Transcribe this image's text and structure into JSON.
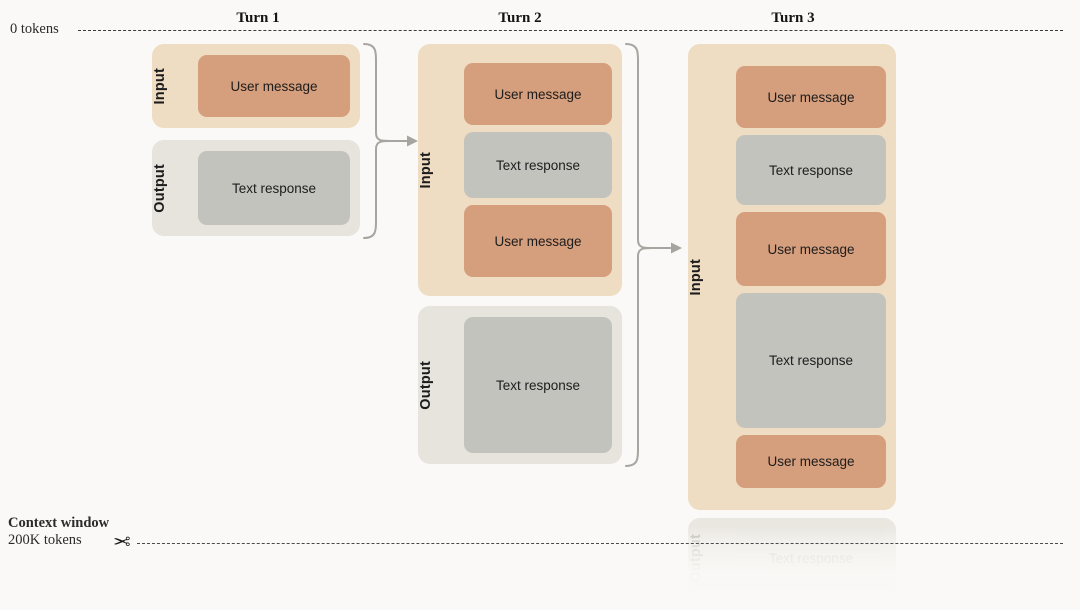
{
  "diagram": {
    "background": "#FAF9F7",
    "colors": {
      "input_container": "#EEDDC2",
      "output_container": "#E7E4DE",
      "user_message": "#D59E7C",
      "text_response": "#C3C3BE",
      "connector": "#A8A5A0",
      "dashed_line": "#3A3A3A"
    }
  },
  "axis": {
    "top_label": "0 tokens",
    "bottom_label_title": "Context window",
    "bottom_label_value": "200K tokens",
    "scissors_icon": "scissors-icon"
  },
  "turns": [
    {
      "title": "Turn 1",
      "input": {
        "label": "Input",
        "messages": [
          {
            "type": "user",
            "text": "User message"
          }
        ]
      },
      "output": {
        "label": "Output",
        "messages": [
          {
            "type": "text",
            "text": "Text response"
          }
        ]
      }
    },
    {
      "title": "Turn 2",
      "input": {
        "label": "Input",
        "messages": [
          {
            "type": "user",
            "text": "User message"
          },
          {
            "type": "text",
            "text": "Text response"
          },
          {
            "type": "user",
            "text": "User message"
          }
        ]
      },
      "output": {
        "label": "Output",
        "messages": [
          {
            "type": "text",
            "text": "Text response"
          }
        ]
      }
    },
    {
      "title": "Turn 3",
      "input": {
        "label": "Input",
        "messages": [
          {
            "type": "user",
            "text": "User message"
          },
          {
            "type": "text",
            "text": "Text response"
          },
          {
            "type": "user",
            "text": "User message"
          },
          {
            "type": "text",
            "text": "Text response"
          },
          {
            "type": "user",
            "text": "User message"
          }
        ]
      },
      "output": {
        "label": "Output",
        "messages": [
          {
            "type": "text",
            "text": "Text response"
          }
        ]
      }
    }
  ]
}
